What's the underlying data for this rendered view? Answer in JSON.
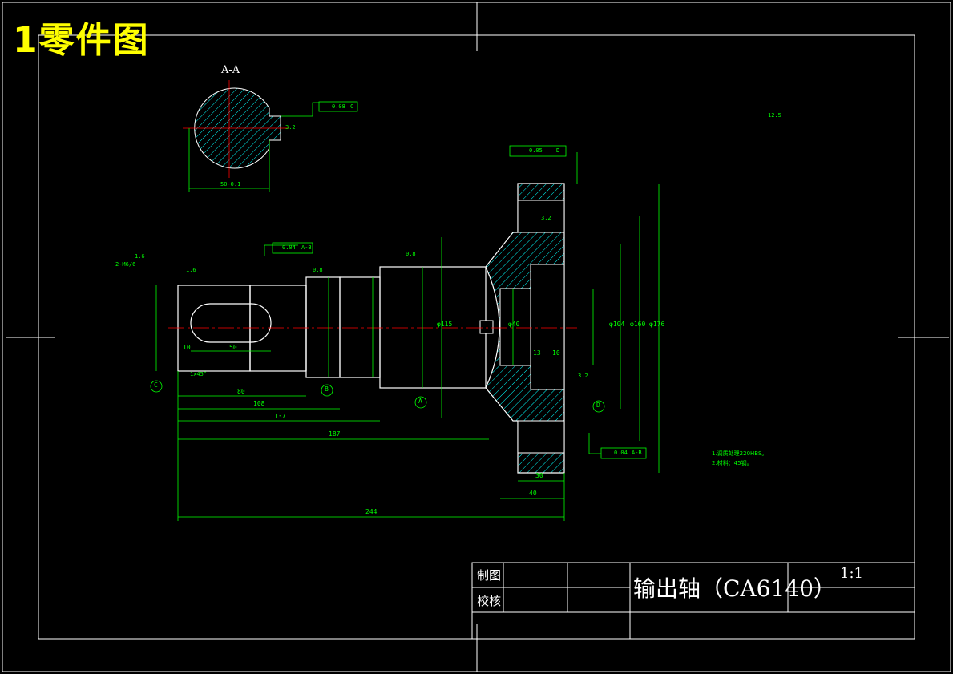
{
  "page_title": "1零件图",
  "section_label": "A-A",
  "title_block": {
    "drawn_by_label": "制图",
    "checked_by_label": "校核",
    "part_name": "输出轴（CA6140）",
    "scale": "1:1"
  },
  "dimensions": {
    "total_length": "244",
    "len_187": "187",
    "len_137": "137",
    "len_108": "108",
    "len_80": "80",
    "keyway_len": "50",
    "keyway_offset": "10",
    "chamfer": "1x45°",
    "hub_30": "30",
    "hub_40": "40",
    "bore_13": "13",
    "bore_10": "10",
    "dia_115": "φ115",
    "dia_40": "φ40",
    "dia_104": "φ104",
    "dia_160": "φ160",
    "dia_176": "φ176",
    "section_width": "50-0.1"
  },
  "tolerances": {
    "gtol_top": "0.04",
    "gtol_top_datum": "A-B",
    "gtol_right": "0.05",
    "gtol_right_datum": "D",
    "gtol_bottom": "0.04",
    "gtol_bottom_datum": "A-B",
    "gtol_section": "0.08",
    "gtol_section_datum": "C"
  },
  "roughness": {
    "r16a": "1.6",
    "r16b": "1.6",
    "r08a": "0.8",
    "r08b": "0.8",
    "r32a": "3.2",
    "r32b": "3.2",
    "r32c": "3.2",
    "r125": "12.5",
    "r16_spec": "1.6"
  },
  "datums": [
    "C",
    "B",
    "A",
    "D"
  ],
  "notes": {
    "note1": "1.调质处理220HBS。",
    "note2": "2.材料：45钢。",
    "spline_spec": "2-M6/6"
  },
  "colors": {
    "background": "#000000",
    "outline": "#ffffff",
    "dimension": "#00ff00",
    "centerline": "#ff0000",
    "title": "#ffff00"
  }
}
